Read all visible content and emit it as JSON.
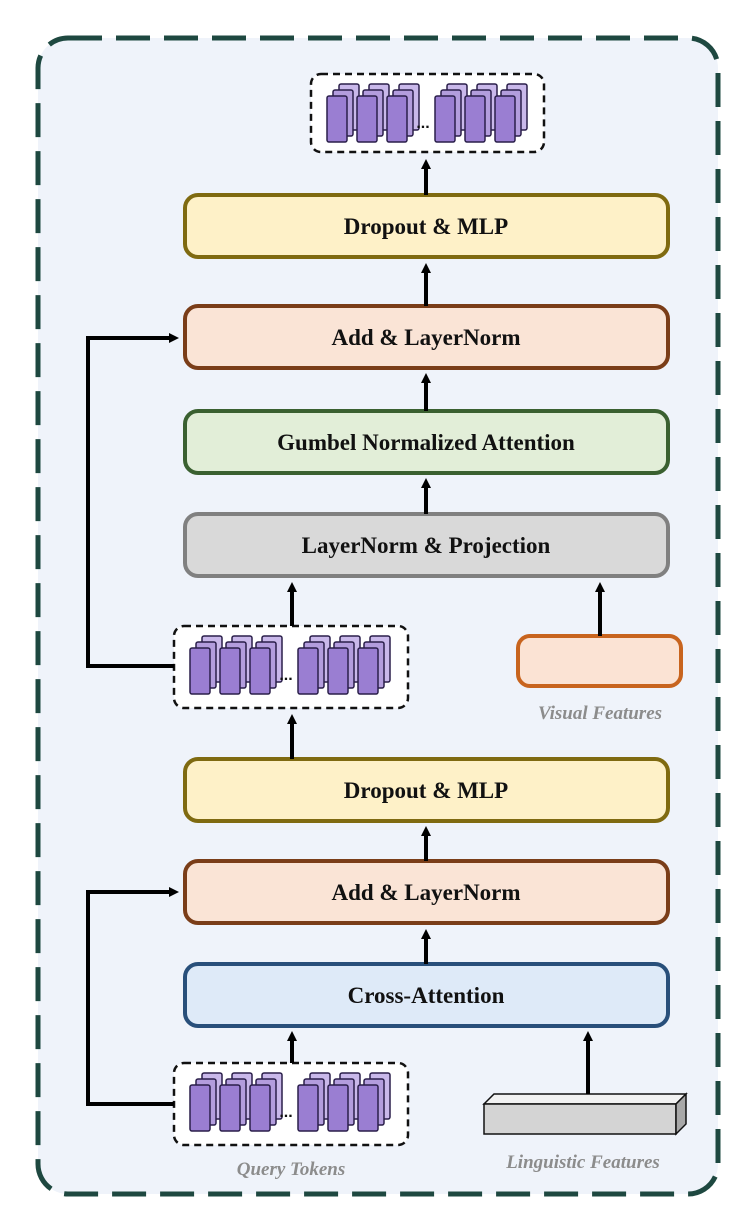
{
  "colors": {
    "frame_border": "#1e4840",
    "frame_fill": "#eff3fa",
    "yellow_fill": "#fef1c8",
    "yellow_border": "#7f6a10",
    "orange_fill": "#fae4d6",
    "orange_border": "#7a3d18",
    "green_fill": "#e2eed8",
    "green_border": "#3a6030",
    "gray_fill": "#d9d9d9",
    "gray_border": "#808080",
    "blue_fill": "#deeaf8",
    "blue_border": "#284f7a",
    "visual_fill": "#fbe3d4",
    "visual_border": "#c8641e",
    "token_fill": "#9a7ed2",
    "token_back_fill": "#b8a3e0",
    "arrow": "#000000"
  },
  "blocks": {
    "dropout_mlp_top": "Dropout & MLP",
    "add_layernorm_top": "Add & LayerNorm",
    "gumbel_attention": "Gumbel Normalized Attention",
    "layernorm_projection": "LayerNorm & Projection",
    "dropout_mlp_bottom": "Dropout & MLP",
    "add_layernorm_bottom": "Add & LayerNorm",
    "cross_attention": "Cross-Attention"
  },
  "captions": {
    "visual_features": "Visual Features",
    "query_tokens": "Query Tokens",
    "linguistic_features": "Linguistic Features"
  },
  "token_groups": {
    "ellipsis": "..."
  }
}
